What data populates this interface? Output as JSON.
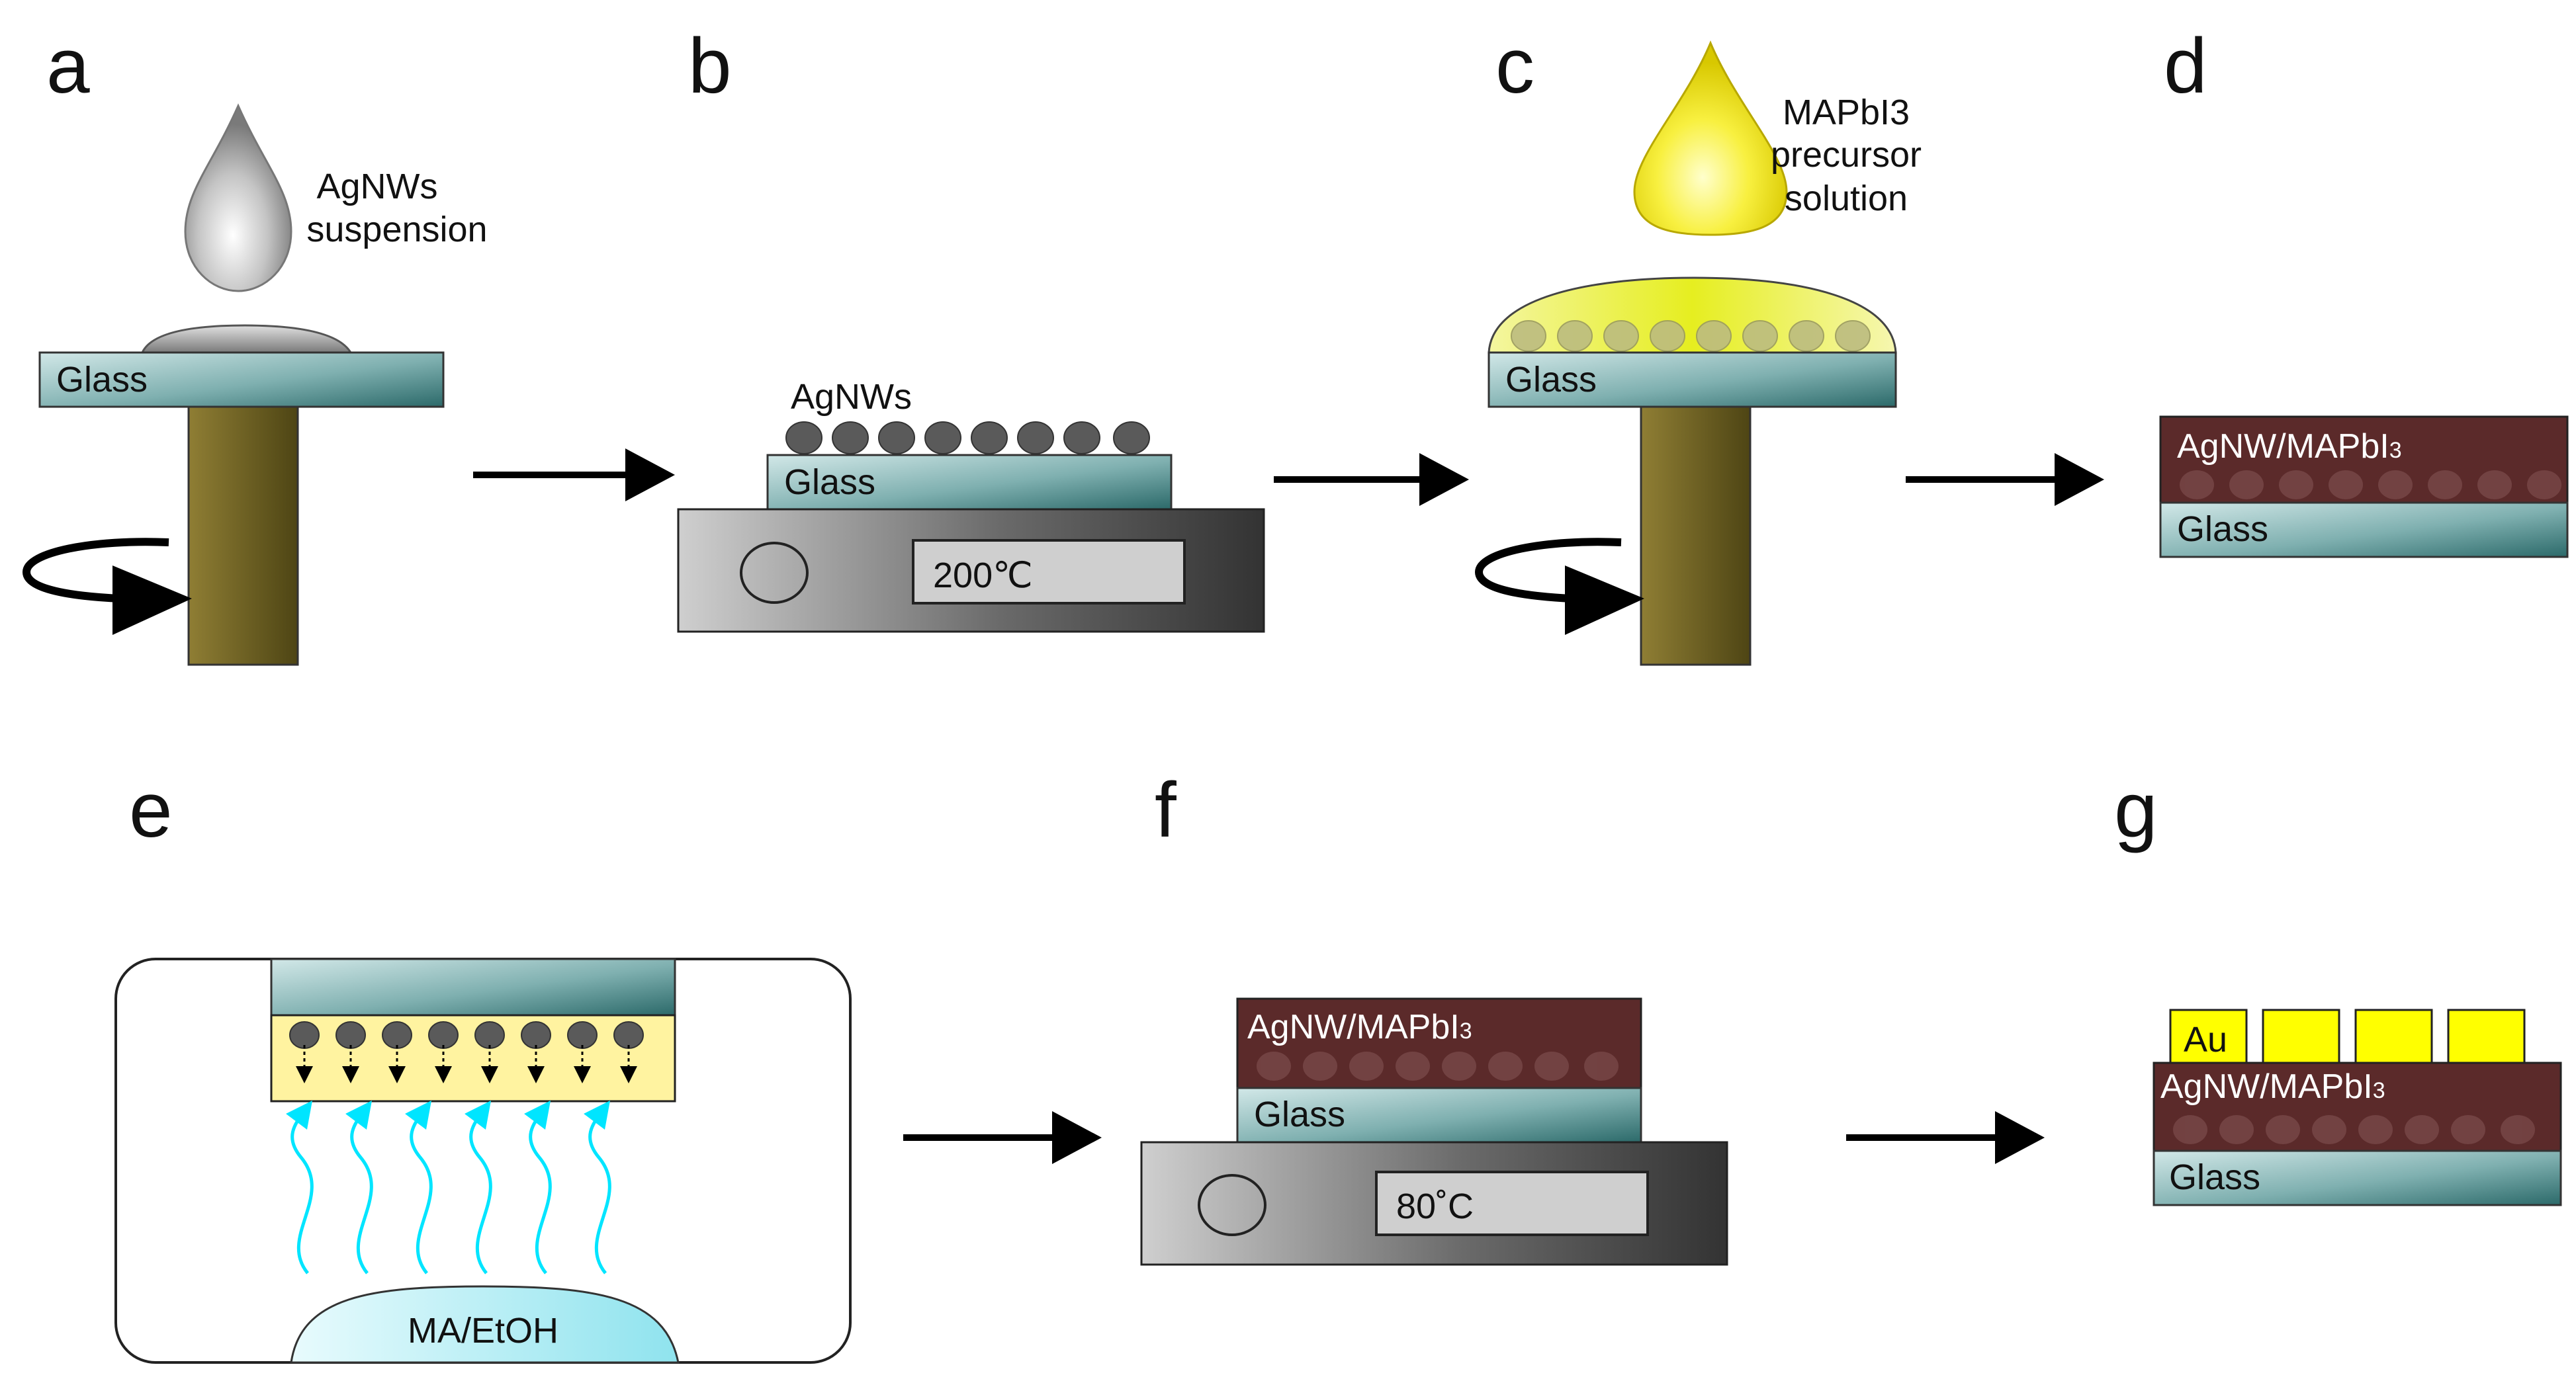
{
  "panels": {
    "a": {
      "letter": "a",
      "drop_label_line1": "AgNWs",
      "drop_label_line2": "suspension",
      "substrate_label": "Glass"
    },
    "b": {
      "letter": "b",
      "wires_label": "AgNWs",
      "substrate_label": "Glass",
      "hotplate_temp": "200℃"
    },
    "c": {
      "letter": "c",
      "drop_label_line1": "MAPbI3",
      "drop_label_line2": "precursor",
      "drop_label_line3": "solution",
      "substrate_label": "Glass"
    },
    "d": {
      "letter": "d",
      "film_label_main": "AgNW/MAPbI",
      "film_label_sub": "3",
      "substrate_label": "Glass"
    },
    "e": {
      "letter": "e",
      "vapor_label": "MA/EtOH"
    },
    "f": {
      "letter": "f",
      "film_label_main": "AgNW/MAPbI",
      "film_label_sub": "3",
      "substrate_label": "Glass",
      "hotplate_temp": "80˚C"
    },
    "g": {
      "letter": "g",
      "electrode_label": "Au",
      "film_label_main": "AgNW/MAPbI",
      "film_label_sub": "3",
      "substrate_label": "Glass"
    }
  },
  "colors": {
    "glass_light": "#c9e2e2",
    "glass_dark": "#2e6e6e",
    "spindle_light": "#8b7a30",
    "spindle_dark": "#4e4514",
    "perovskite": "#5b2a2a",
    "precursor": "#fff3a0",
    "gold": "#ffff00",
    "vapor_arrow": "#00e5ff",
    "ethanol_pool": "#b8f0f5",
    "agnw": "#5a5a5a"
  }
}
